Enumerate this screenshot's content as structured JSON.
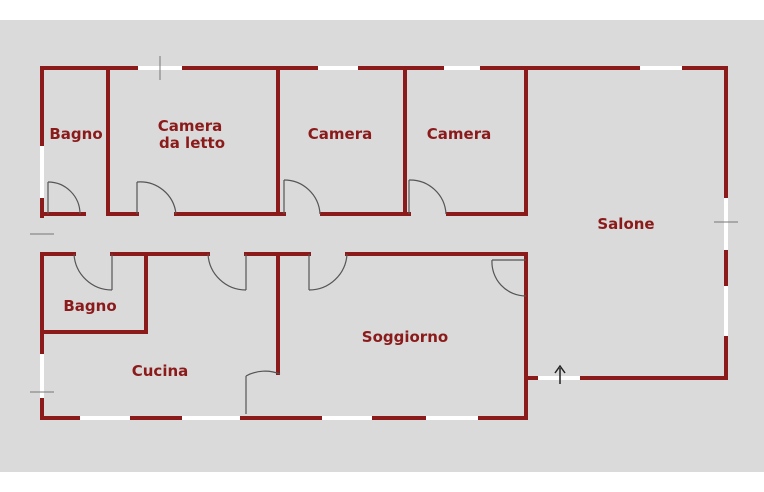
{
  "colors": {
    "background": "#dadada",
    "wall": "#8b1a1a",
    "label": "#8b1a1a",
    "window": "#ffffff"
  },
  "rooms": {
    "bagno_top": "Bagno",
    "camera_letto_line1": "Camera",
    "camera_letto_line2": "da letto",
    "camera_1": "Camera",
    "camera_2": "Camera",
    "salone": "Salone",
    "bagno_bottom": "Bagno",
    "cucina": "Cucina",
    "soggiorno": "Soggiorno"
  },
  "entrance_icon": "arrow-up-icon"
}
